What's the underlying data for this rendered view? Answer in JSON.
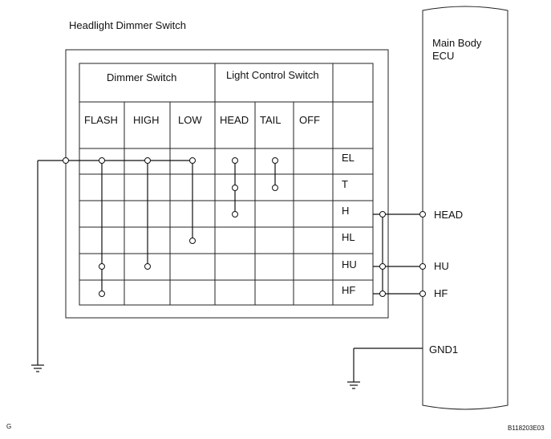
{
  "title": "Headlight Dimmer Switch",
  "ecu": {
    "line1": "Main Body",
    "line2": "ECU"
  },
  "headers": {
    "dimmer_switch": "Dimmer Switch",
    "light_control_switch": "Light Control Switch"
  },
  "columns": [
    "FLASH",
    "HIGH",
    "LOW",
    "HEAD",
    "TAIL",
    "OFF"
  ],
  "rows": [
    "EL",
    "T",
    "H",
    "HL",
    "HU",
    "HF"
  ],
  "ecu_terminals": [
    "HEAD",
    "HU",
    "HF",
    "GND1"
  ],
  "footer": {
    "left": "G",
    "right": "B118203E03"
  }
}
